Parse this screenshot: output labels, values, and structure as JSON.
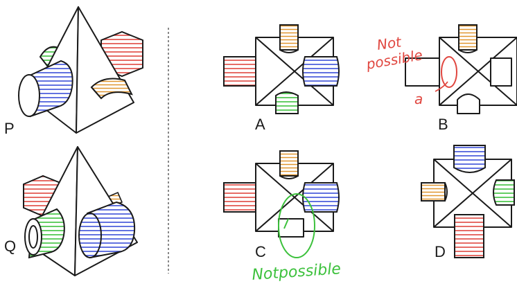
{
  "labels": {
    "p": "P",
    "q": "Q",
    "a": "A",
    "b": "B",
    "c": "C",
    "d": "D"
  },
  "annotations": {
    "b_note_line1": "Not",
    "b_note_line2": "possible",
    "b_note_mark": "a",
    "c_note": "Notpossible"
  },
  "colors": {
    "red": "#e0463f",
    "blue": "#3b4fd8",
    "green": "#3cc13c",
    "orange": "#e0962e",
    "ink": "#1a1a1a"
  }
}
